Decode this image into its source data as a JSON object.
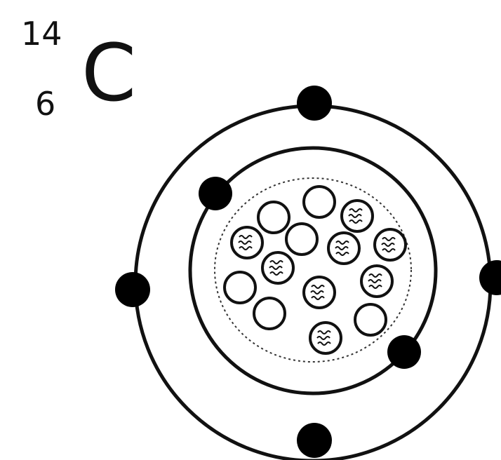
{
  "isotope": {
    "mass_number": "14",
    "atomic_number": "6",
    "symbol": "C"
  },
  "diagram": {
    "outer_shell_electron_count": 4,
    "inner_shell_electron_count": 2,
    "proton_count": 6,
    "neutron_count": 8
  },
  "colors": {
    "stroke": "#111111",
    "electron": "#000000",
    "nucleus_boundary": "#333333",
    "background": "#ffffff",
    "particle_fill": "#ffffff"
  }
}
